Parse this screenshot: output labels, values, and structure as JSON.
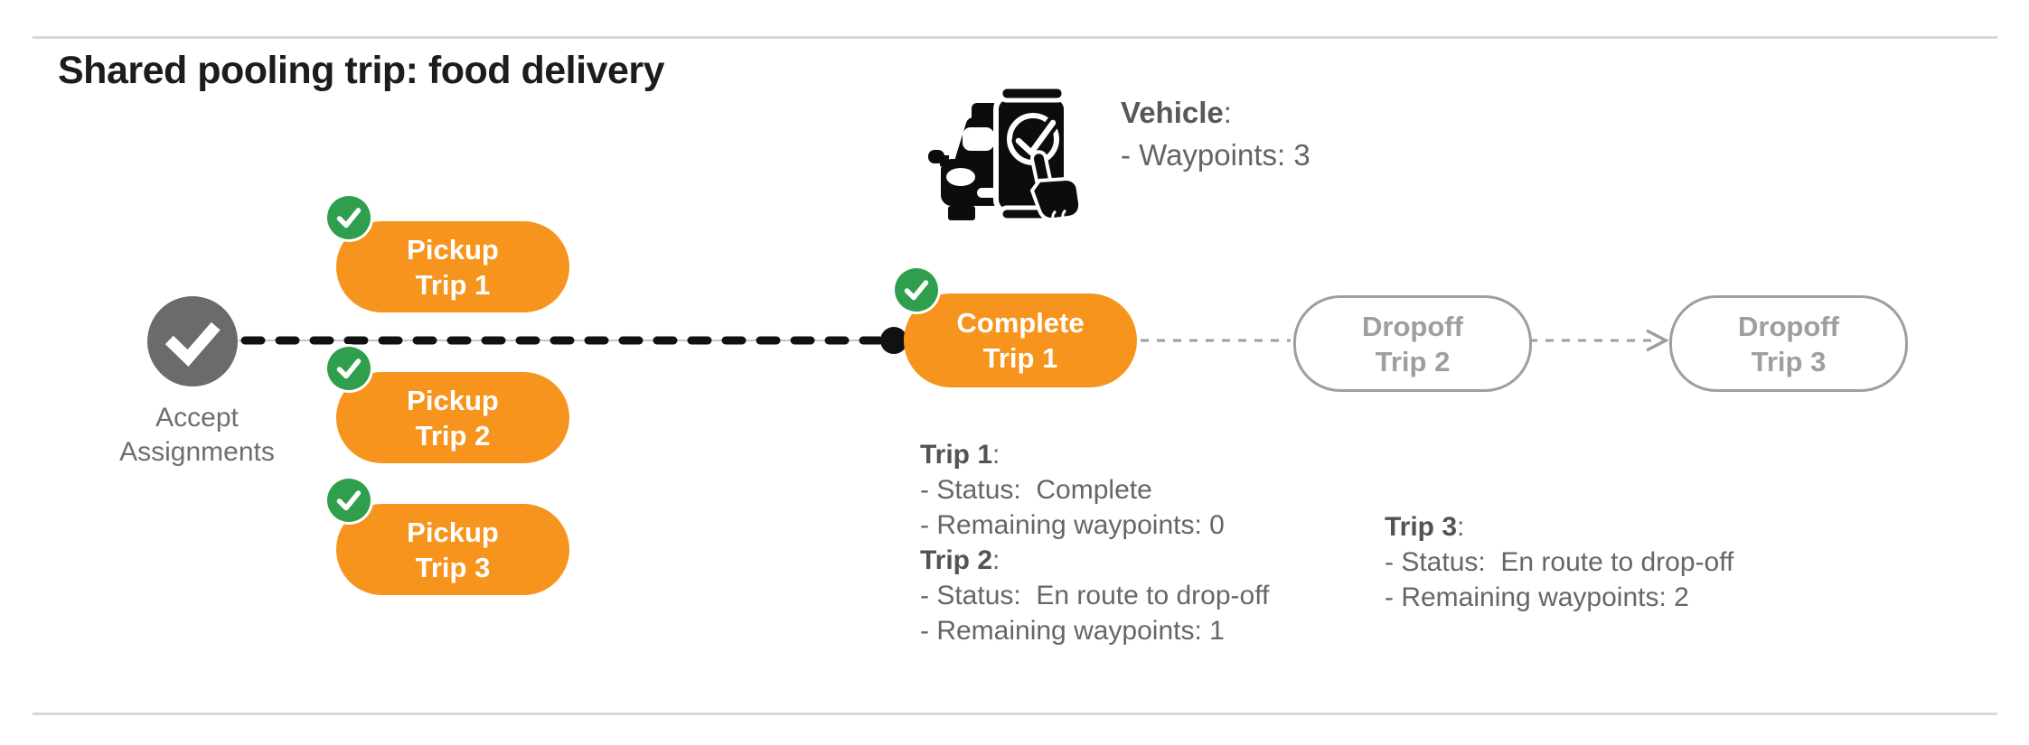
{
  "page": {
    "title": "Shared pooling trip: food delivery"
  },
  "vehicle": {
    "icon": "car-phone-check-icon",
    "label": "Vehicle",
    "suffix": ":",
    "detail": "- Waypoints: 3"
  },
  "flow": {
    "start": {
      "icon": "check-icon",
      "line1": "Accept",
      "line2": "Assignments"
    },
    "pickups": [
      {
        "badge_icon": "check-icon",
        "line1": "Pickup",
        "line2": "Trip 1"
      },
      {
        "badge_icon": "check-icon",
        "line1": "Pickup",
        "line2": "Trip 2"
      },
      {
        "badge_icon": "check-icon",
        "line1": "Pickup",
        "line2": "Trip 3"
      }
    ],
    "complete": {
      "badge_icon": "check-icon",
      "line1": "Complete",
      "line2": "Trip 1"
    },
    "dropoffs": [
      {
        "line1": "Dropoff",
        "line2": "Trip 2"
      },
      {
        "line1": "Dropoff",
        "line2": "Trip 3"
      }
    ]
  },
  "trip_status": {
    "left": [
      {
        "title": "Trip 1",
        "suffix": ":",
        "lines": [
          "- Status:  Complete",
          "- Remaining waypoints: 0"
        ]
      },
      {
        "title": "Trip 2",
        "suffix": ":",
        "lines": [
          "- Status:  En route to drop-off",
          "- Remaining waypoints: 1"
        ]
      }
    ],
    "right": [
      {
        "title": "Trip 3",
        "suffix": ":",
        "lines": [
          "- Status:  En route to drop-off",
          "- Remaining waypoints: 2"
        ]
      }
    ]
  },
  "colors": {
    "accent_orange": "#f7941e",
    "success_green": "#2f9e4d",
    "start_node_gray": "#6b6b6b",
    "outline_gray": "#9e9e9e",
    "text_gray": "#666666",
    "route_black": "#111111",
    "rule_gray": "#d8d8d8"
  }
}
